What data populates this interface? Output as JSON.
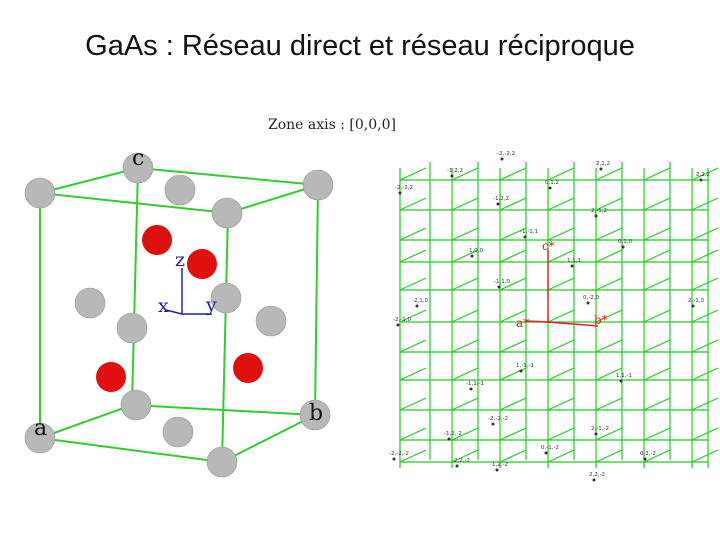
{
  "title": "GaAs : Réseau direct et réseau réciproque",
  "direct_lattice": {
    "corner_labels": {
      "a": "a",
      "b": "b",
      "c": "c"
    },
    "axes_labels": {
      "x": "x",
      "y": "y",
      "z": "z"
    },
    "colors": {
      "edge": "#33cc33",
      "ga_atom": "#b8b8b8",
      "as_atom": "#e01010",
      "axis": "#2222aa"
    }
  },
  "reciprocal_lattice": {
    "zone_axis": "Zone axis : [0,0,0]",
    "labels": {
      "a_star": "a*",
      "b_star": "b*",
      "c_star": "c*"
    },
    "colors": {
      "grid": "#22cc22",
      "vector": "#dd2222"
    },
    "node_labels": [
      "-2,-2,2",
      "-1,2,2",
      "2,1,2",
      "2,2,2",
      "-2,-2,2",
      "0,1,2",
      "-1,2,2",
      "2,-1,2",
      "-1,-1,1",
      "1,1,1",
      "-2,1,0",
      "0,-2,0",
      "-1,0,0",
      "0,1,0",
      "2,-1,0",
      "-1,1,0",
      "-2,-1,0",
      "1,-1,-1",
      "-1,1,-1",
      "1,1,-1",
      "-2,-2,-2",
      "-1,2,-2",
      "2,-1,-2",
      "-2,-2,-2",
      "0,-1,-2",
      "1,2,-2",
      "-2,2,-2",
      "0,2,-2",
      "2,2,-2"
    ]
  }
}
